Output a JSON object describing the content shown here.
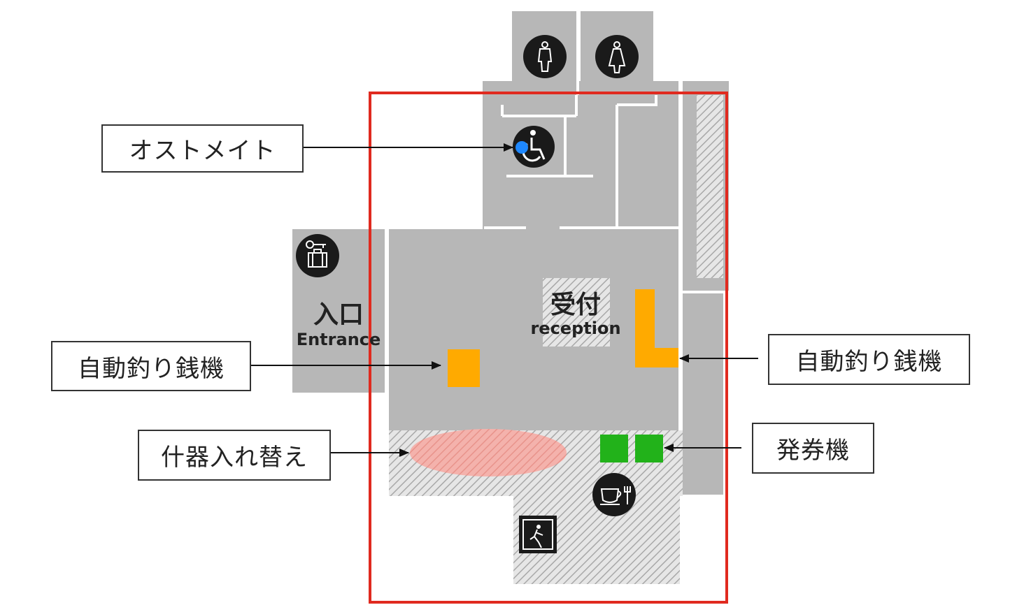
{
  "map": {
    "colors": {
      "room_fill": "#b7b7b7",
      "wall": "#ffffff",
      "highlight_border": "#e02a1f",
      "vending": "#ffaa00",
      "ticket": "#22b21a",
      "fixture_zone": "#f2a9a3",
      "icon_bg": "#1a1a1a",
      "accessible_dot": "#1e88ff"
    },
    "labels": {
      "entrance_jp": "入口",
      "entrance_en": "Entrance",
      "reception_jp": "受付",
      "reception_en": "reception"
    },
    "icons": [
      "male-toilet-icon",
      "female-toilet-icon",
      "accessible-toilet-icon",
      "luggage-locker-icon",
      "cafe-icon",
      "emergency-exit-icon"
    ]
  },
  "callouts": {
    "ostomate": "オストメイト",
    "change_machine_left": "自動釣り銭機",
    "change_machine_right": "自動釣り銭機",
    "fixture_replacement": "什器入れ替え",
    "ticket_machine": "発券機"
  }
}
